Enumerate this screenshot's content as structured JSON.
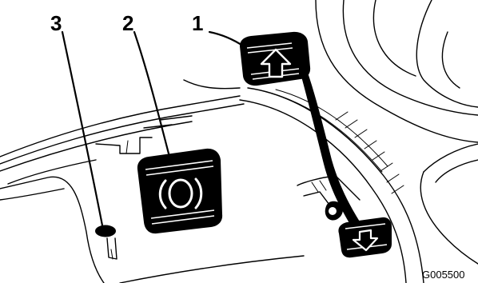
{
  "callouts": [
    {
      "number": "1",
      "target": "travel-pedal"
    },
    {
      "number": "2",
      "target": "brake-pedal"
    },
    {
      "number": "3",
      "target": "parking-brake-lever"
    }
  ],
  "figure_id": "G005500",
  "colors": {
    "ink": "#000000",
    "paper": "#ffffff"
  }
}
